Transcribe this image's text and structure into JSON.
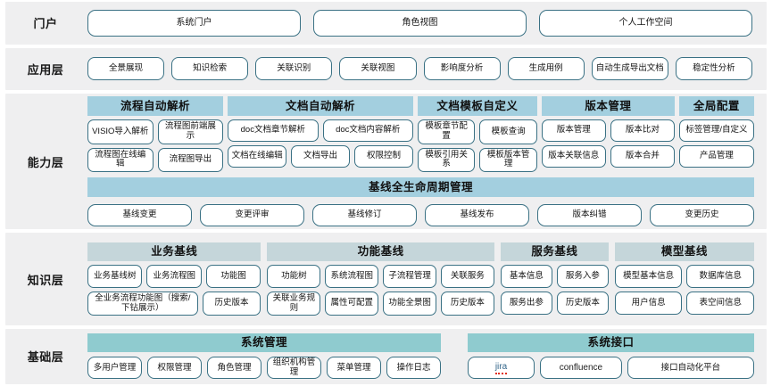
{
  "layers": [
    {
      "id": "portal",
      "label": "门户",
      "items": [
        "系统门户",
        "角色视图",
        "个人工作空间"
      ]
    },
    {
      "id": "application",
      "label": "应用层",
      "items": [
        "全景展现",
        "知识检索",
        "关联识别",
        "关联视图",
        "影响度分析",
        "生成用例",
        "自动生成导出文档",
        "稳定性分析"
      ]
    },
    {
      "id": "capability",
      "label": "能力层",
      "groups": [
        {
          "title": "流程自动解析",
          "flex": 150,
          "rows": [
            [
              "VISIO导入解析",
              "流程图前端展示"
            ],
            [
              "流程图在线编辑",
              "流程图导出"
            ]
          ]
        },
        {
          "title": "文档自动解析",
          "flex": 205,
          "rows": [
            [
              "doc文档章节解析",
              "doc文档内容解析"
            ],
            [
              "文档在线编辑",
              "文档导出",
              "权限控制"
            ]
          ]
        },
        {
          "title": "文档模板自定义",
          "flex": 132,
          "rows": [
            [
              "模板章节配置",
              "模板查询"
            ],
            [
              "模板引用关系",
              "模板版本管理"
            ]
          ]
        },
        {
          "title": "版本管理",
          "flex": 147,
          "rows": [
            [
              "版本管理",
              "版本比对"
            ],
            [
              "版本关联信息",
              "版本合并"
            ]
          ]
        },
        {
          "title": "全局配置",
          "flex": 83,
          "rows": [
            [
              "标签管理/自定义"
            ],
            [
              "产品管理"
            ]
          ]
        }
      ],
      "baseline": {
        "title": "基线全生命周期管理",
        "items": [
          "基线变更",
          "变更评审",
          "基线修订",
          "基线发布",
          "版本纠错",
          "变更历史"
        ]
      }
    },
    {
      "id": "knowledge",
      "label": "知识层",
      "groups": [
        {
          "title": "业务基线",
          "flex": 188,
          "rows": [
            [
              "业务基线树",
              "业务流程图",
              "功能图"
            ],
            [
              "全业务流程功能图（搜索/下钻展示）",
              "历史版本"
            ]
          ],
          "row2_flex": [
            2,
            1
          ]
        },
        {
          "title": "功能基线",
          "flex": 246,
          "rows": [
            [
              "功能树",
              "系统流程图",
              "子流程管理",
              "关联服务"
            ],
            [
              "关联业务规则",
              "属性可配置",
              "功能全景图",
              "历史版本"
            ]
          ]
        },
        {
          "title": "服务基线",
          "flex": 117,
          "rows": [
            [
              "基本信息",
              "服务入参"
            ],
            [
              "服务出参",
              "历史版本"
            ]
          ]
        },
        {
          "title": "模型基线",
          "flex": 151,
          "rows": [
            [
              "模型基本信息",
              "数据库信息"
            ],
            [
              "用户信息",
              "表空间信息"
            ]
          ]
        }
      ]
    },
    {
      "id": "foundation",
      "label": "基础层",
      "groups": [
        {
          "title": "系统管理",
          "flex": 370,
          "items": [
            "多用户管理",
            "权限管理",
            "角色管理",
            "组织机构管理",
            "菜单管理",
            "操作日志"
          ]
        },
        {
          "title": "系统接口",
          "flex": 300,
          "items": [
            "jira",
            "confluence",
            "接口自动化平台"
          ],
          "item_flex": [
            1,
            1.25,
            2
          ]
        }
      ]
    }
  ],
  "colors": {
    "row_background": "#efeff0",
    "capability_header": "#a3cfdf",
    "knowledge_header": "#c5d6da",
    "foundation_header": "#8fcbcf",
    "pill_border": "#3a7184",
    "text": "#141414"
  }
}
